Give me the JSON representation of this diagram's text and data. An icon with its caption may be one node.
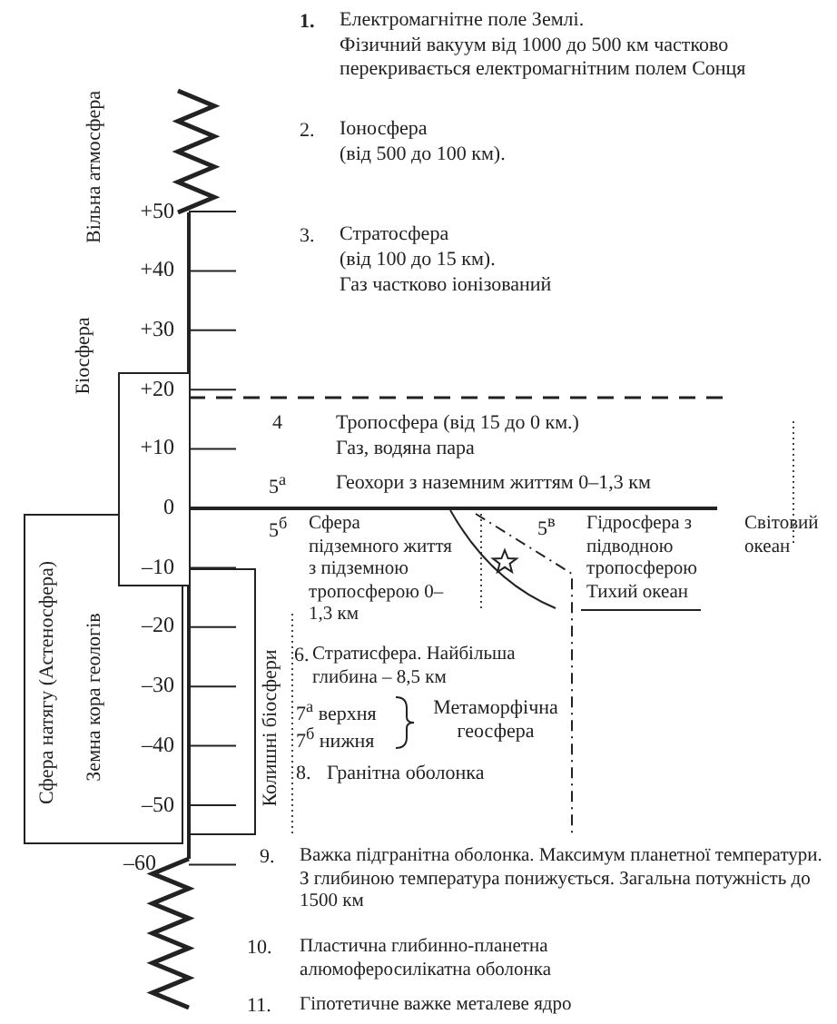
{
  "diagram": {
    "nodes": [
      {
        "text": [
          "Біосфера"
        ]
      },
      {
        "text": [
          "Сфера натягу (Астеносфера)",
          "Земна кора геологів"
        ]
      },
      {
        "text": [
          "Колишні біосфери"
        ]
      }
    ],
    "labels": [
      "1.",
      "Електромагнітне поле Землі.",
      "Фізичний вакуум від 1000 до 500 км частково перекривається електромагнітним полем Сонця",
      "Вільна атмосфера",
      "2.",
      "Іоносфера",
      "(від 500 до 100 км).",
      "+50",
      "3.",
      "Стратосфера",
      "(від 100 до 15 км).",
      "Газ частково іонізований",
      "+40",
      "+30",
      "+20",
      "4",
      "Тропосфера (від 15 до 0 км.)",
      "+10",
      "Газ, водяна пара",
      "5$^{а}$",
      "Геохори з наземним життям 0–1,3 км",
      "0",
      "5$^{б}$",
      "Сфера підземного життя з підземною тропосферою 0–1,3 км",
      "5$^{в}$",
      "Гідросфера з підводною тропосферою",
      "Тихий океан",
      "Світовий океан",
      "–10",
      "–20",
      "6.",
      "Стратисфера. Найбільша глибина – 8,5 км",
      "–30",
      "7$^{а}$ верхня",
      "7$^{б}$ нижня",
      "Метаморфічна геосфера",
      "–40",
      "8.",
      "Гранітна оболонка",
      "–50",
      "–60",
      "9.",
      "Важка підгранітна оболонка. Максимум планетної температури. З глибиною температура понижується. Загальна потужність до 1500 км",
      "10.",
      "Пластична глибинно-планетна алюмоферосилікатна оболонка",
      "11.",
      "Гіпотетичне важке металеве ядро"
    ]
  }
}
